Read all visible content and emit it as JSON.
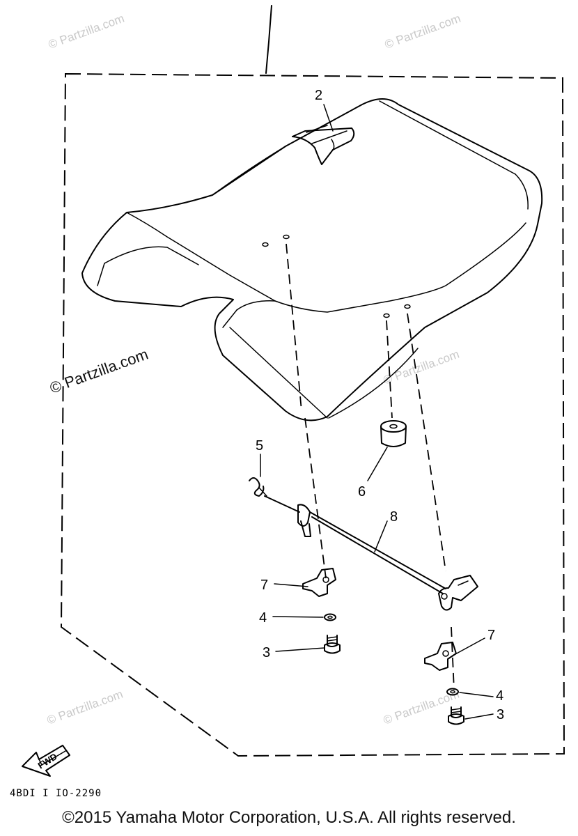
{
  "diagram": {
    "callouts": {
      "c2": "2",
      "c3a": "3",
      "c3b": "3",
      "c4a": "4",
      "c4b": "4",
      "c5": "5",
      "c6": "6",
      "c7a": "7",
      "c7b": "7",
      "c8": "8"
    },
    "watermark": "© Partzilla.com",
    "fwd_label": "FWD",
    "diagram_code": "4BDI I IO-2290"
  },
  "footer": {
    "copyright": "©2015  Yamaha Motor Corporation, U.S.A. All rights reserved."
  }
}
